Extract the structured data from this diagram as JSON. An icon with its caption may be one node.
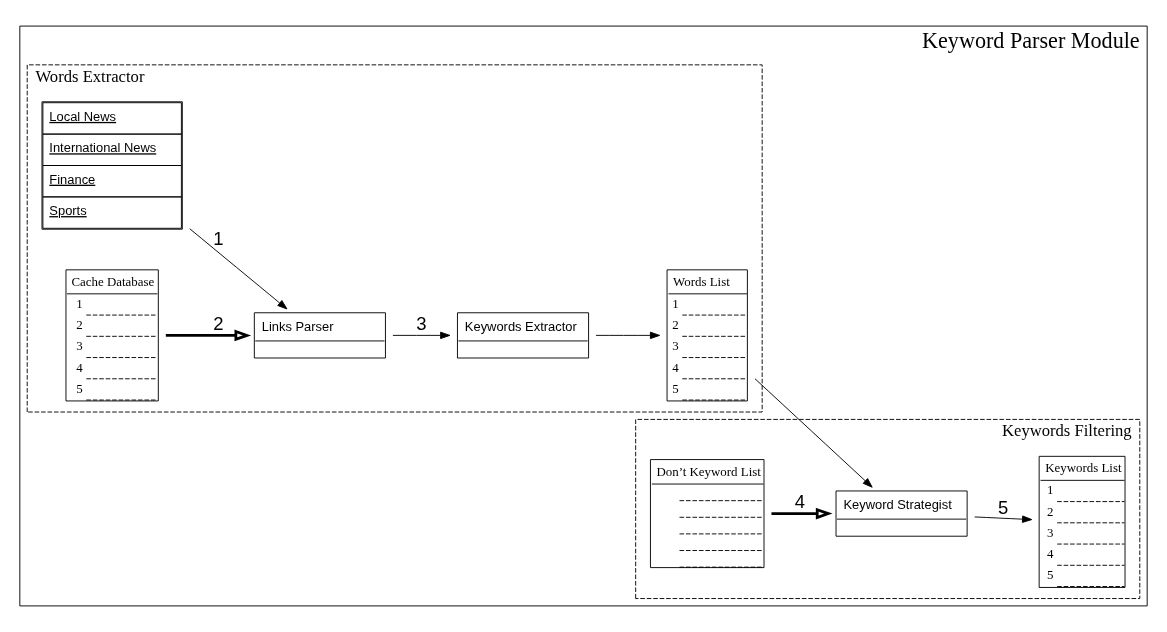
{
  "diagram": {
    "nodes": [
      {
        "text": [
          "Keyword Parser Module"
        ]
      },
      {
        "text": [
          "Words Extractor"
        ],
        "in": 0
      },
      {
        "text": [
          "Keywords Filtering"
        ],
        "in": 0
      },
      {
        "text": [
          "Local News",
          "International News",
          "Finance",
          "Sports"
        ],
        "in": 1
      },
      {
        "text": [
          "Links Parser"
        ],
        "in": 1
      },
      {
        "text": [
          "Cache Database",
          "1",
          "2",
          "3",
          "4",
          "5"
        ],
        "in": 1
      },
      {
        "text": [
          "Keywords Extractor"
        ],
        "in": 1
      },
      {
        "text": [
          "Words List",
          "1",
          "2",
          "3",
          "4",
          "5"
        ],
        "in": 1
      },
      {
        "text": [
          "Don’t Keyword List"
        ],
        "in": 2
      },
      {
        "text": [
          "Keyword Strategist"
        ],
        "in": 2
      },
      {
        "text": [
          "Keywords List",
          "1",
          "2",
          "3",
          "4",
          "5"
        ],
        "in": 2
      }
    ],
    "edges": [
      {
        "from": 3,
        "to": 4,
        "arrow": "to",
        "label": "1"
      },
      {
        "from": 5,
        "to": 4,
        "arrow": "to",
        "label": "2",
        "style": "thick"
      },
      {
        "from": 4,
        "to": 6,
        "arrow": "to",
        "label": "3"
      },
      {
        "from": 6,
        "to": 7,
        "arrow": "to"
      },
      {
        "from": 7,
        "to": 9,
        "arrow": "to"
      },
      {
        "from": 8,
        "to": 9,
        "arrow": "to",
        "label": "4",
        "style": "thick"
      },
      {
        "from": 9,
        "to": 10,
        "arrow": "to",
        "label": "5"
      }
    ]
  }
}
